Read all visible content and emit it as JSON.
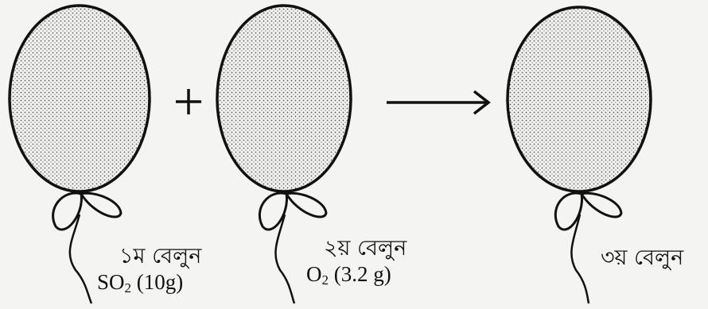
{
  "balloons": [
    {
      "name": "১ম বেলুন",
      "formula_base": "SO",
      "formula_sub": "2",
      "amount": "(10g)"
    },
    {
      "name": "২য় বেলুন",
      "formula_base": "O",
      "formula_sub": "2",
      "amount": "(3.2 g)"
    },
    {
      "name": "৩য় বেলুন"
    }
  ],
  "operator": "+",
  "arrow": "→"
}
